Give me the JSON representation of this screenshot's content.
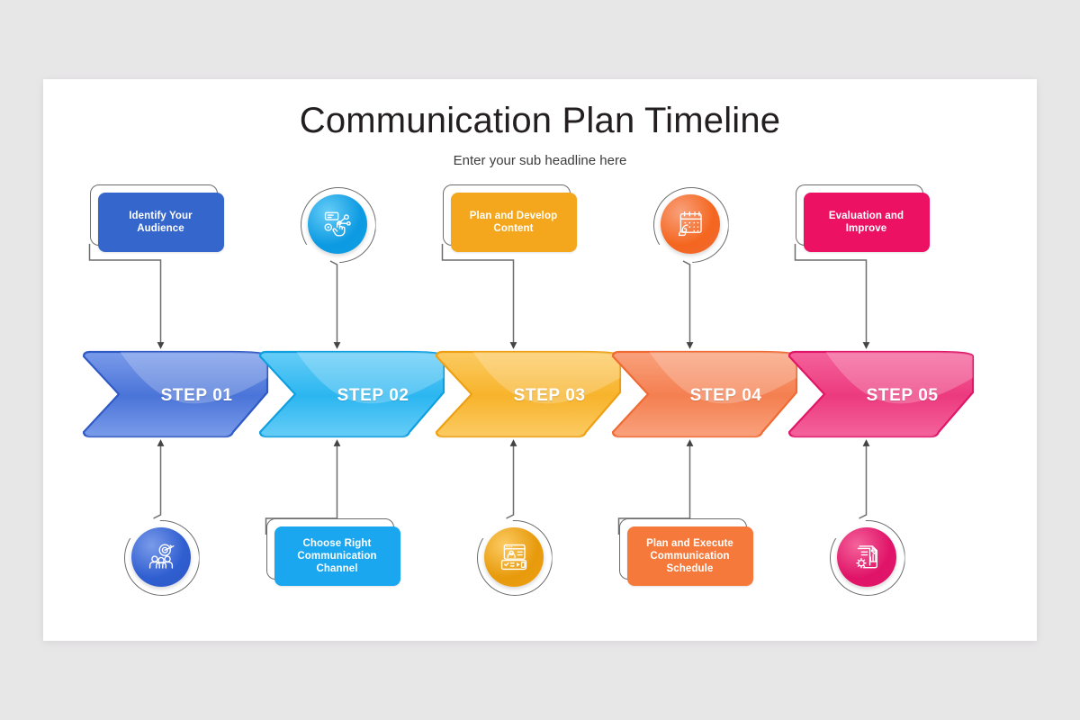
{
  "slide": {
    "title": "Communication Plan Timeline",
    "subtitle": "Enter your sub headline here",
    "background_color": "#e8e7e8",
    "surface_color": "#ffffff"
  },
  "steps": [
    {
      "id": "step-01",
      "chevron_label": "STEP 01",
      "color": "#4a74d8",
      "color_light": "#7a9bea",
      "color_dark": "#2f59c4",
      "top_node": {
        "kind": "label",
        "text": "Identify Your Audience",
        "lines": [
          "Identify Your",
          "Audience"
        ],
        "color": "#3566cc"
      },
      "bottom_node": {
        "kind": "icon",
        "icon": "target-audience-icon",
        "color": "#2f5ed0"
      }
    },
    {
      "id": "step-02",
      "chevron_label": "STEP 02",
      "color": "#2bb6f0",
      "color_light": "#66cdf7",
      "color_dark": "#0f9fe0",
      "top_node": {
        "kind": "icon",
        "icon": "channel-select-icon",
        "color": "#0c9ae2"
      },
      "bottom_node": {
        "kind": "label",
        "text": "Choose Right Communication Channel",
        "lines": [
          "Choose Right",
          "Communication",
          "Channel"
        ],
        "color": "#1aa7ef"
      }
    },
    {
      "id": "step-03",
      "chevron_label": "STEP 03",
      "color": "#f7b32b",
      "color_light": "#fccb63",
      "color_dark": "#eda013",
      "top_node": {
        "kind": "label",
        "text": "Plan and Develop Content",
        "lines": [
          "Plan and Develop",
          "Content"
        ],
        "color": "#f4a71c"
      },
      "bottom_node": {
        "kind": "icon",
        "icon": "content-window-icon",
        "color": "#e79a0b"
      }
    },
    {
      "id": "step-04",
      "chevron_label": "STEP 04",
      "color": "#f47f50",
      "color_light": "#f9a17c",
      "color_dark": "#ef6a34",
      "top_node": {
        "kind": "icon",
        "icon": "calendar-phone-icon",
        "color": "#f4661f"
      },
      "bottom_node": {
        "kind": "label",
        "text": "Plan and Execute Communication Schedule",
        "lines": [
          "Plan and Execute",
          "Communication",
          "Schedule"
        ],
        "color": "#f4793a"
      }
    },
    {
      "id": "step-05",
      "chevron_label": "STEP 05",
      "color": "#ec3a7e",
      "color_light": "#f4639b",
      "color_dark": "#e01668",
      "top_node": {
        "kind": "label",
        "text": "Evaluation and Improve",
        "lines": [
          "Evaluation and",
          "Improve"
        ],
        "color": "#ec1163"
      },
      "bottom_node": {
        "kind": "icon",
        "icon": "report-gear-icon",
        "color": "#e01368"
      }
    }
  ],
  "connector": {
    "line_color": "#6d6d6d",
    "arrow_color": "#444444"
  }
}
